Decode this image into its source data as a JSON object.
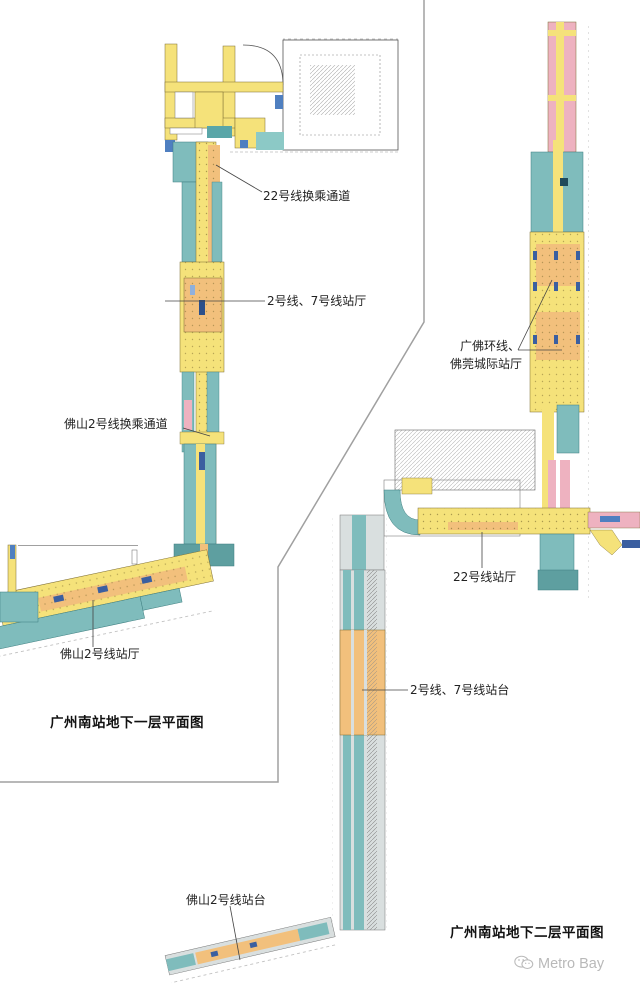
{
  "colors": {
    "concourse_yellow": "#f5e27a",
    "hall_orange": "#f2c07c",
    "equipment_teal": "#7fbcbc",
    "teal_dark": "#4f9a9b",
    "pink": "#eeb2c0",
    "blue_block": "#4f7fc0",
    "platform_grey": "#d9dfdf",
    "frame_line": "#9a9a9a",
    "leader_line": "#444444"
  },
  "level_b1": {
    "title": "广州南站地下一层平面图",
    "labels": [
      {
        "id": "line22-transfer",
        "text": "22号线换乘通道"
      },
      {
        "id": "line2-7-concourse",
        "text": "2号线、7号线站厅"
      },
      {
        "id": "foshan2-transfer",
        "text": "佛山2号线换乘通道"
      },
      {
        "id": "foshan2-concourse",
        "text": "佛山2号线站厅"
      }
    ]
  },
  "level_b2": {
    "title": "广州南站地下二层平面图",
    "labels": [
      {
        "id": "gf-ring-line-1",
        "text": "广佛环线、"
      },
      {
        "id": "gf-ring-line-2",
        "text": "佛莞城际站厅"
      },
      {
        "id": "line22-concourse",
        "text": "22号线站厅"
      },
      {
        "id": "line2-7-platform",
        "text": "2号线、7号线站台"
      },
      {
        "id": "foshan2-platform",
        "text": "佛山2号线站台"
      }
    ]
  },
  "watermark": {
    "icon": "wechat-icon",
    "text": "Metro Bay"
  }
}
